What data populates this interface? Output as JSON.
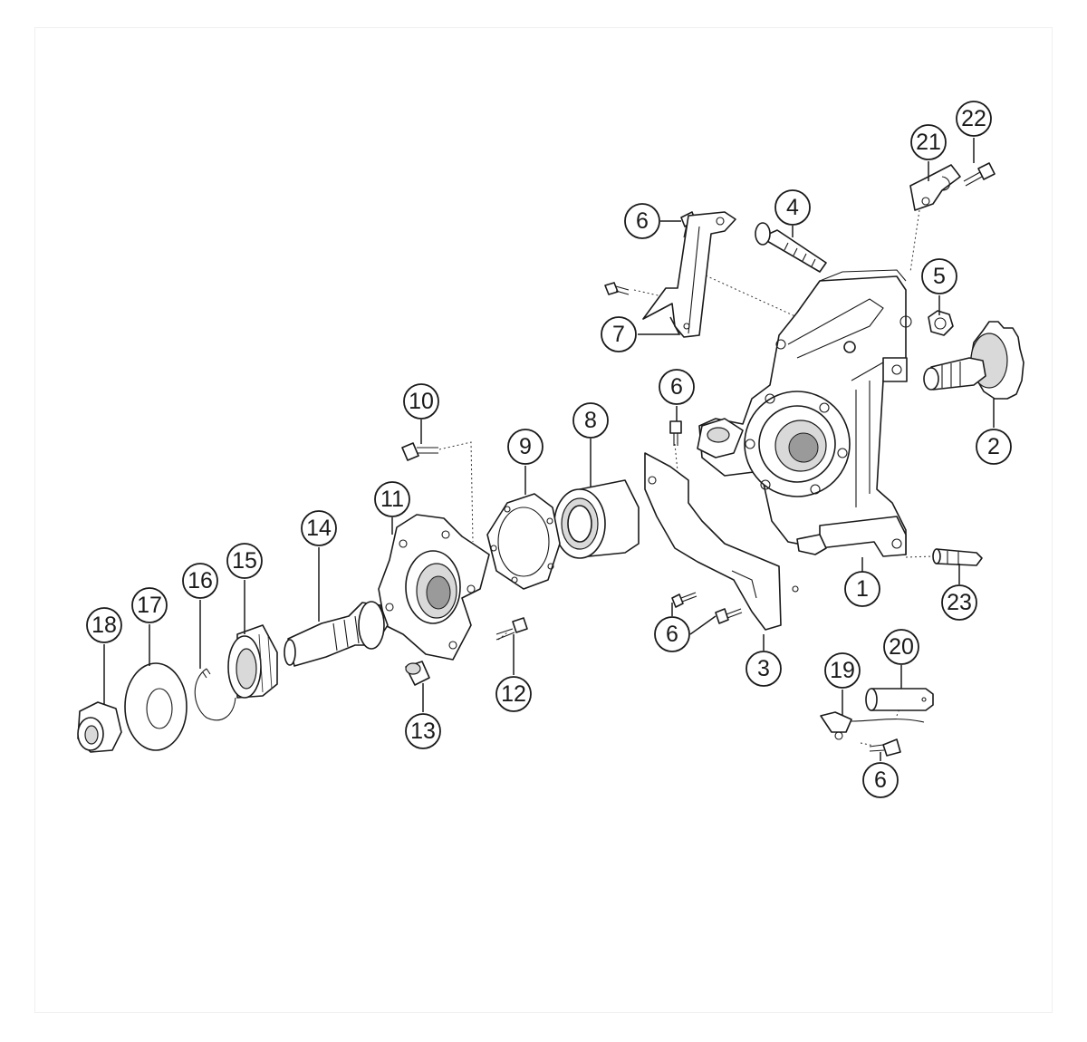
{
  "diagram": {
    "kind": "exploded parts view",
    "line_color": "#1a1a1a",
    "background": "#ffffff",
    "callouts": [
      {
        "id": "c1",
        "label": "1"
      },
      {
        "id": "c2",
        "label": "2"
      },
      {
        "id": "c3",
        "label": "3"
      },
      {
        "id": "c4",
        "label": "4"
      },
      {
        "id": "c5",
        "label": "5"
      },
      {
        "id": "c6a",
        "label": "6"
      },
      {
        "id": "c6b",
        "label": "6"
      },
      {
        "id": "c6c",
        "label": "6"
      },
      {
        "id": "c6d",
        "label": "6"
      },
      {
        "id": "c7",
        "label": "7"
      },
      {
        "id": "c8",
        "label": "8"
      },
      {
        "id": "c9",
        "label": "9"
      },
      {
        "id": "c10",
        "label": "10"
      },
      {
        "id": "c11",
        "label": "11"
      },
      {
        "id": "c12",
        "label": "12"
      },
      {
        "id": "c13",
        "label": "13"
      },
      {
        "id": "c14",
        "label": "14"
      },
      {
        "id": "c15",
        "label": "15"
      },
      {
        "id": "c16",
        "label": "16"
      },
      {
        "id": "c17",
        "label": "17"
      },
      {
        "id": "c18",
        "label": "18"
      },
      {
        "id": "c19",
        "label": "19"
      },
      {
        "id": "c20",
        "label": "20"
      },
      {
        "id": "c21",
        "label": "21"
      },
      {
        "id": "c22",
        "label": "22"
      },
      {
        "id": "c23",
        "label": "23"
      }
    ]
  }
}
